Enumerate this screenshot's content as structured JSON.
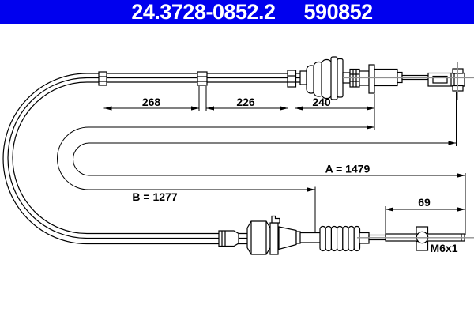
{
  "header": {
    "part_number": "24.3728-0852.2",
    "catalog_number": "590852",
    "background_color": "#0000EE",
    "text_color": "#FFFFFF"
  },
  "diagram": {
    "type": "technical-drawing",
    "subject": "clutch cable",
    "colors": {
      "outline": "#000000",
      "centerline": "#8F8F8F",
      "background": "#FFFFFF"
    },
    "dimensions": {
      "seg1": "268",
      "seg2": "226",
      "seg3": "240",
      "total_a": "A = 1479",
      "housing_b": "B = 1277",
      "thread_length": "69",
      "thread_spec": "M6x1"
    }
  }
}
